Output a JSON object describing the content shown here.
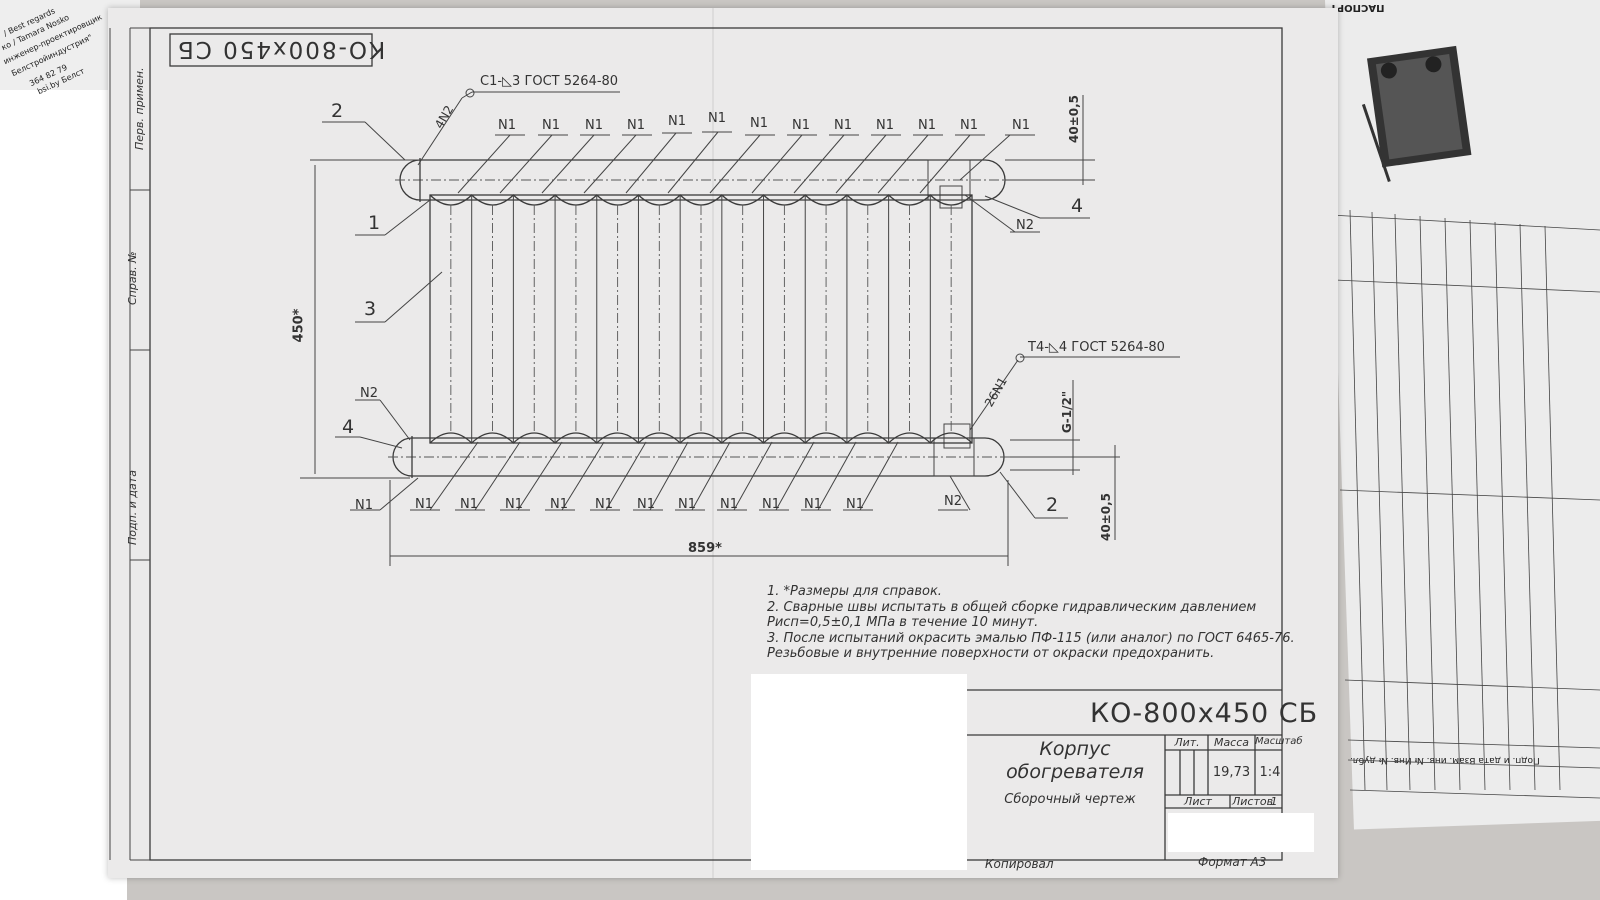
{
  "drawing": {
    "designation_mirrored": "КО-800х450 СБ",
    "designation": "КО-800х450 СБ",
    "name_line1": "Корпус",
    "name_line2": "обогревателя",
    "doc_type": "Сборочный чертеж",
    "weld_top": "С1-◺3 ГОСТ 5264-80",
    "weld_bottom": "Т4-◺4 ГОСТ 5264-80",
    "callout_4n2": "4N2",
    "callout_26n1": "26N1",
    "callout_n1": "N1",
    "callout_n2": "N2",
    "thread": "G-1/2\"",
    "dim_top": "40±0,5",
    "dim_bottom": "40±0,5",
    "dim_height": "450*",
    "dim_width": "859*",
    "positions": [
      "1",
      "2",
      "3",
      "4"
    ]
  },
  "notes": [
    "1. *Размеры для справок.",
    "2. Сварные швы испытать в общей сборке гидравлическим давлением",
    "Рисп=0,5±0,1 МПа в течение 10 минут.",
    "3. После испытаний окрасить эмалью ПФ-115 (или аналог) по ГОСТ 6465-76.",
    "Резьбовые и внутренние поверхности от окраски предохранить."
  ],
  "title_block": {
    "lit_label": "Лит.",
    "mass_label": "Масса",
    "scale_label": "Масштаб",
    "mass_value": "19,73",
    "scale_value": "1:4",
    "sheet_label": "Лист",
    "sheets_label": "Листов",
    "sheets_value": "1",
    "copied_label": "Копировал",
    "format_label": "Формат А3"
  },
  "margin": {
    "first_use": "Перв. примен.",
    "ref_no": "Справ. №",
    "sign_date": "Подп. и дата"
  },
  "edge_left_text": [
    "/ Best regards",
    "ко / Tamara Nosko",
    "инженер-проектировщик",
    "Белстройиндустрия\"",
    "364 82 79",
    "bsi.by Белст"
  ],
  "edge_right_text": "ПАСПОРТ",
  "edge_right_bottom": "Подп. и дата  Взам. инв. №  Инв. № дубл."
}
